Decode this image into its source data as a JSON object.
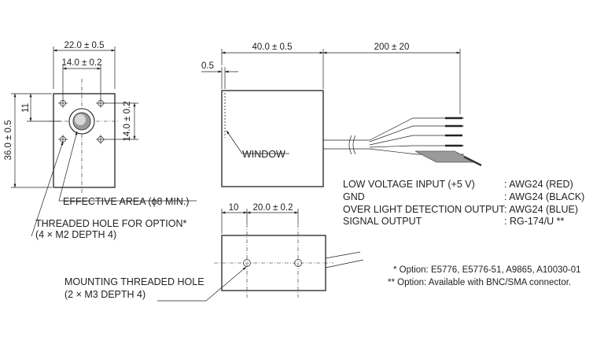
{
  "front_view": {
    "width_label": "22.0 ± 0.5",
    "hole_spacing_label": "14.0 ± 0.2",
    "height_label": "36.0 ± 0.5",
    "offset_label": "11",
    "vertical_spacing_label": "14.0 ± 0.2"
  },
  "side_view": {
    "gap_label": "0.5",
    "length_label": "40.0 ± 0.5",
    "cable_length_label": "200 ± 20",
    "window_label": "WINDOW"
  },
  "bottom_view": {
    "offset_label": "10",
    "spacing_label": "20.0 ± 0.2"
  },
  "callouts": {
    "effective_area": "EFFECTIVE AREA (ϕ8 MIN.)",
    "threaded_hole_line1": "THREADED HOLE FOR OPTION*",
    "threaded_hole_line2": "(4 × M2  DEPTH 4)",
    "mounting_line1": "MOUNTING THREADED HOLE",
    "mounting_line2": "(2 × M3  DEPTH 4)"
  },
  "wiring": [
    {
      "name": "LOW VOLTAGE INPUT (+5 V)",
      "spec": ": AWG24 (RED)"
    },
    {
      "name": "GND",
      "spec": ": AWG24 (BLACK)"
    },
    {
      "name": "OVER LIGHT DETECTION OUTPUT",
      "spec": ": AWG24 (BLUE)"
    },
    {
      "name": "SIGNAL OUTPUT",
      "spec": ": RG-174/U **"
    }
  ],
  "notes": {
    "option_note": "* Option: E5776, E5776-51, A9865, A10030-01",
    "connector_note": "** Option: Available with BNC/SMA connector."
  }
}
